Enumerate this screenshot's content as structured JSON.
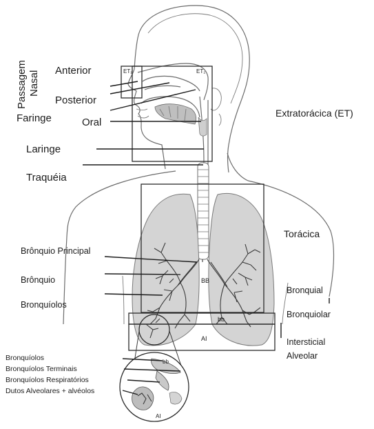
{
  "labels": {
    "passagem": "Passagem",
    "nasal": "Nasal",
    "anterior": "Anterior",
    "posterior": "Posterior",
    "faringe": "Faringe",
    "oral": "Oral",
    "laringe": "Laringe",
    "traqueia": "Traquéia",
    "extratoracica": "Extratorácica (ET)",
    "et1": "ET₁",
    "et2": "ET₂",
    "toracica": "Torácica",
    "bronquio_principal": "Brônquio Principal",
    "bronquio": "Brônquio",
    "bronquiolos": "Bronquíolos",
    "bb_upper": "BB",
    "bb_lower": "bb",
    "ai": "AI",
    "bronquial": "Bronquial",
    "bronquiolar": "Bronquiolar",
    "intersticial": "Intersticial",
    "alveolar": "Alveolar",
    "inset_bb": "bb",
    "inset_ai": "AI"
  },
  "inset_labels": {
    "bronquiolos": "Bronquíolos",
    "bronquiolos_terminais": "Bronquíolos Terminais",
    "bronquiolos_respiratorios": "Bronquíolos Respiratórios",
    "dutos_alveolares": "Dutos Alveolares + alvéolos"
  }
}
